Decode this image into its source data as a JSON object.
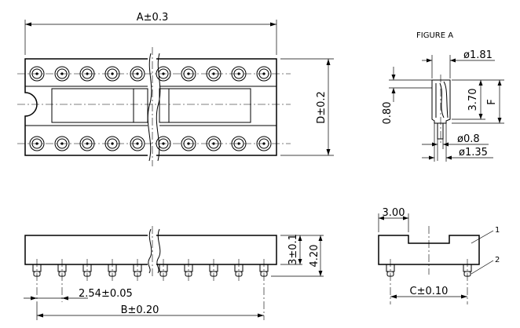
{
  "labels": {
    "figure_title": "FIGURE A",
    "dim_a": "A±0.3",
    "dim_d": "D±0.2",
    "dim_b": "B±0.20",
    "dim_pitch": "2.54±0.05",
    "dim_height_body": "3±0.1",
    "dim_height_total": "4.20",
    "dim_3": "3.00",
    "dim_c": "C±0.10",
    "dim_contact_dia": "ø1.81",
    "dim_pin_dia": "ø0.8",
    "dim_flange_dia": "ø1.35",
    "dim_370": "3.70",
    "dim_080": "0.80",
    "dim_f": "F",
    "callout_1": "1",
    "callout_2": "2"
  }
}
